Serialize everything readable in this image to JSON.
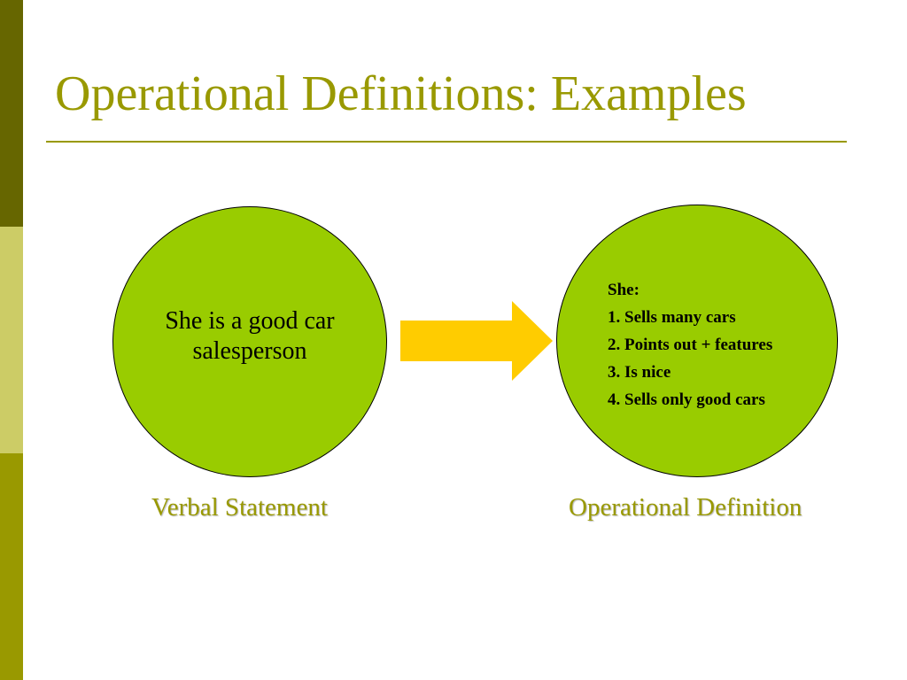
{
  "slide": {
    "title": "Operational Definitions: Examples",
    "verbal_statement": "She is a good car salesperson",
    "operational_definition": {
      "lines": [
        "She:",
        "1. Sells many cars",
        "2. Points out + features",
        "3. Is nice",
        "4. Sells only good cars"
      ]
    },
    "captions": {
      "left": "Verbal Statement",
      "right": "Operational Definition"
    }
  },
  "colors": {
    "title": "#999900",
    "rule": "#999900",
    "caption": "#999900",
    "circle_fill": "#99cc00",
    "arrow_fill": "#ffcc00",
    "sidebar_top": "#666600",
    "sidebar_mid": "#cccc66",
    "sidebar_bottom": "#999900"
  }
}
